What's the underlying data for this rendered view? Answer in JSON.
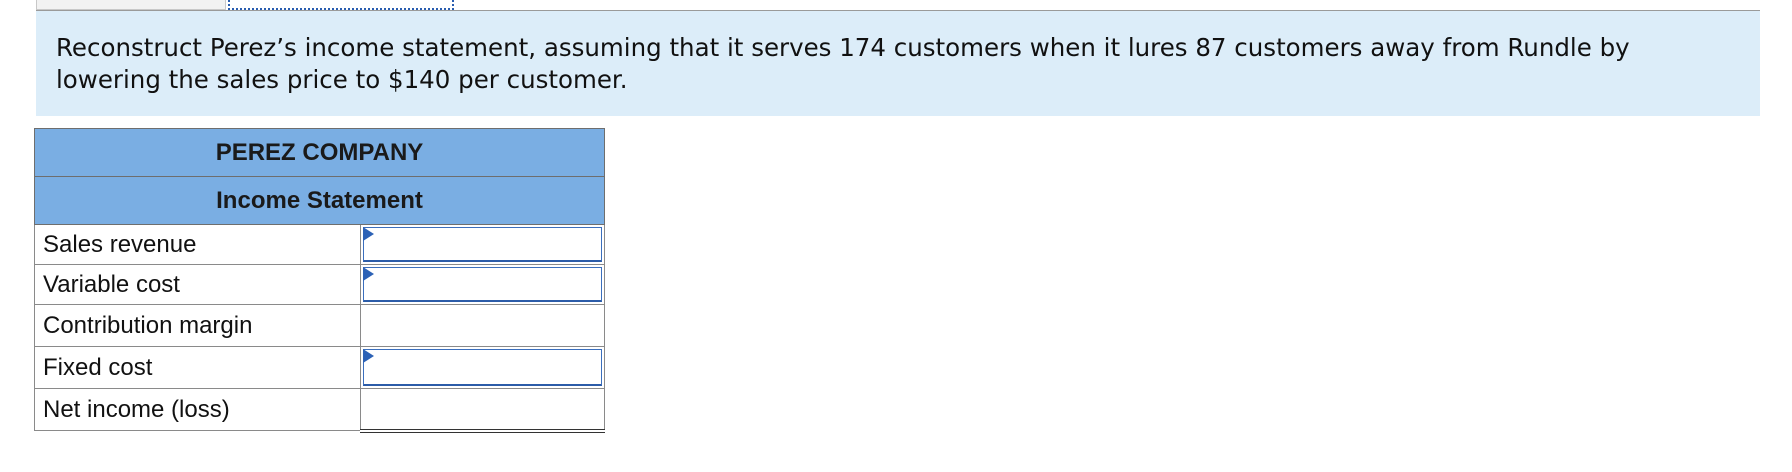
{
  "question": {
    "text": "Reconstruct Perez’s income statement, assuming that it serves 174 customers when it lures 87 customers away from Rundle by lowering the sales price to $140 per customer."
  },
  "statement": {
    "company": "PEREZ COMPANY",
    "title": "Income Statement",
    "rows": [
      {
        "label": "Sales revenue",
        "value": ""
      },
      {
        "label": "Variable cost",
        "value": ""
      },
      {
        "label": "Contribution margin",
        "value": ""
      },
      {
        "label": "Fixed cost",
        "value": ""
      },
      {
        "label": "Net income (loss)",
        "value": ""
      }
    ]
  }
}
